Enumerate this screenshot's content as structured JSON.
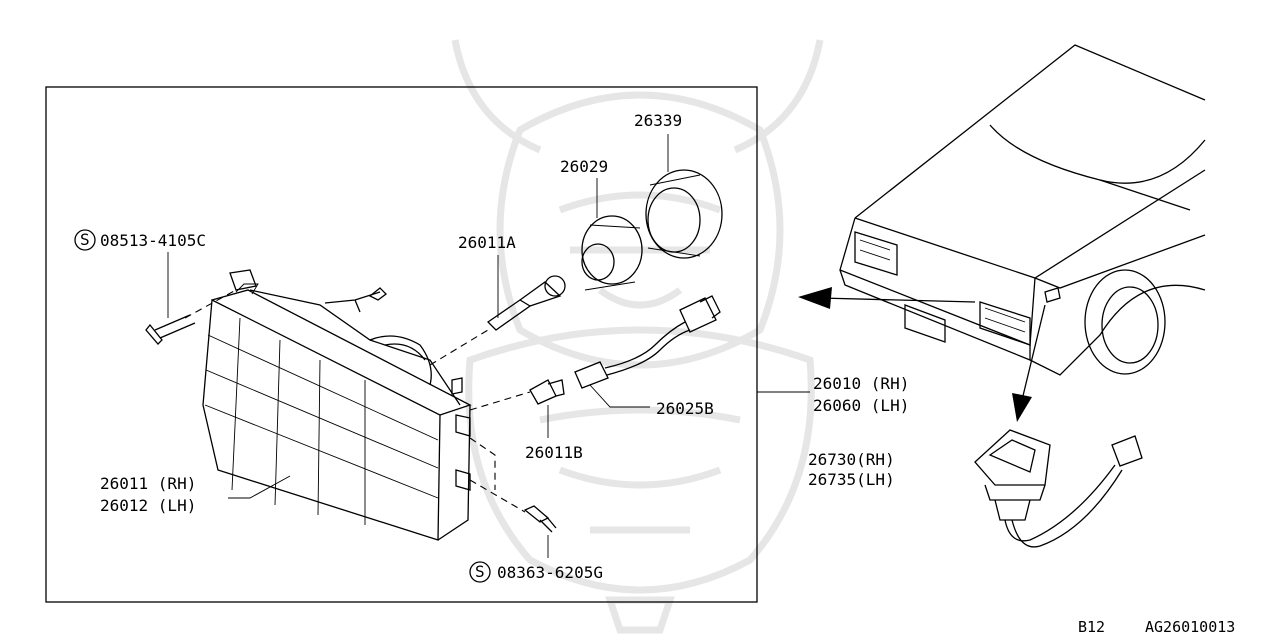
{
  "parts": {
    "screw_top": {
      "code": "08513-4105C",
      "symbol": "S"
    },
    "screw_bottom": {
      "code": "08363-6205G",
      "symbol": "S"
    },
    "seal_cap": "26339",
    "socket_cover": "26029",
    "bulb_main": "26011A",
    "bulb_side": "26011B",
    "harness": "26025B",
    "assembly_rh": "26010 (RH)",
    "assembly_lh": "26060 (LH)",
    "lens_rh": "26011 (RH)",
    "lens_lh": "26012 (LH)",
    "side_lamp_rh": "26730(RH)",
    "side_lamp_lh": "26735(LH)"
  },
  "footer": {
    "model": "B12",
    "ref_code": "AG26010013"
  },
  "watermark": {
    "icon": "samurai-helmet-watermark-icon",
    "color": "#e6e6e6"
  }
}
